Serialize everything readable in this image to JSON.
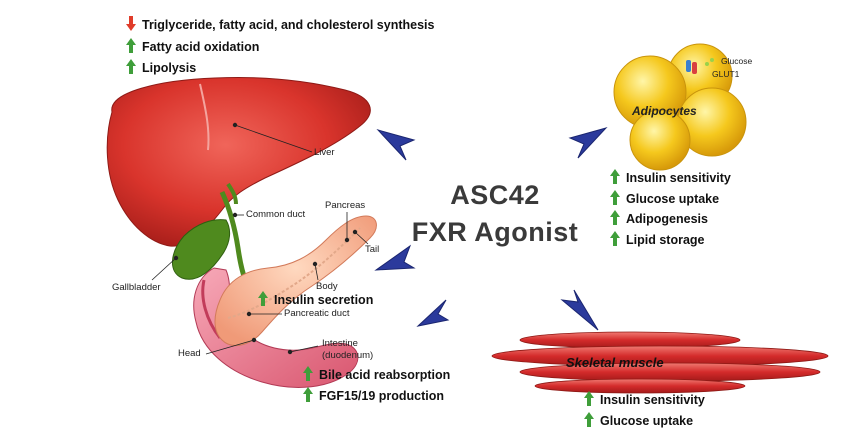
{
  "center": {
    "line1": "ASC42",
    "line2": "FXR Agonist"
  },
  "liver_effects": [
    {
      "direction": "down",
      "text": "Triglyceride, fatty acid, and cholesterol synthesis"
    },
    {
      "direction": "up",
      "text": "Fatty acid oxidation"
    },
    {
      "direction": "up",
      "text": "Lipolysis"
    }
  ],
  "adipocyte_effects": [
    {
      "direction": "up",
      "text": "Insulin sensitivity"
    },
    {
      "direction": "up",
      "text": "Glucose uptake"
    },
    {
      "direction": "up",
      "text": "Adipogenesis"
    },
    {
      "direction": "up",
      "text": "Lipid storage"
    }
  ],
  "pancreas_effect": {
    "direction": "up",
    "text": "Insulin secretion"
  },
  "intestine_effects": [
    {
      "direction": "up",
      "text": "Bile acid reabsorption"
    },
    {
      "direction": "up",
      "text": "FGF15/19 production"
    }
  ],
  "muscle_effects": [
    {
      "direction": "up",
      "text": "Insulin sensitivity"
    },
    {
      "direction": "up",
      "text": "Glucose uptake"
    }
  ],
  "anatomy_labels": {
    "liver": "Liver",
    "common_duct": "Common duct",
    "gallbladder": "Gallbladder",
    "pancreas": "Pancreas",
    "tail": "Tail",
    "body": "Body",
    "pancreatic_duct": "Pancreatic duct",
    "head": "Head",
    "intestine": "Intestine",
    "duodenum": "(duodenum)",
    "glucose": "Glucose",
    "glut1": "GLUT1"
  },
  "organ_titles": {
    "adipocytes": "Adipocytes",
    "skeletal_muscle": "Skeletal muscle"
  },
  "colors": {
    "up_arrow": "#3f9e3a",
    "down_arrow": "#e03c2a",
    "pointer": "#2b3a9c",
    "liver": "#d8322b",
    "adipocyte": "#f2c018",
    "muscle": "#d42b2b",
    "gallbladder": "#4f8a1e"
  }
}
